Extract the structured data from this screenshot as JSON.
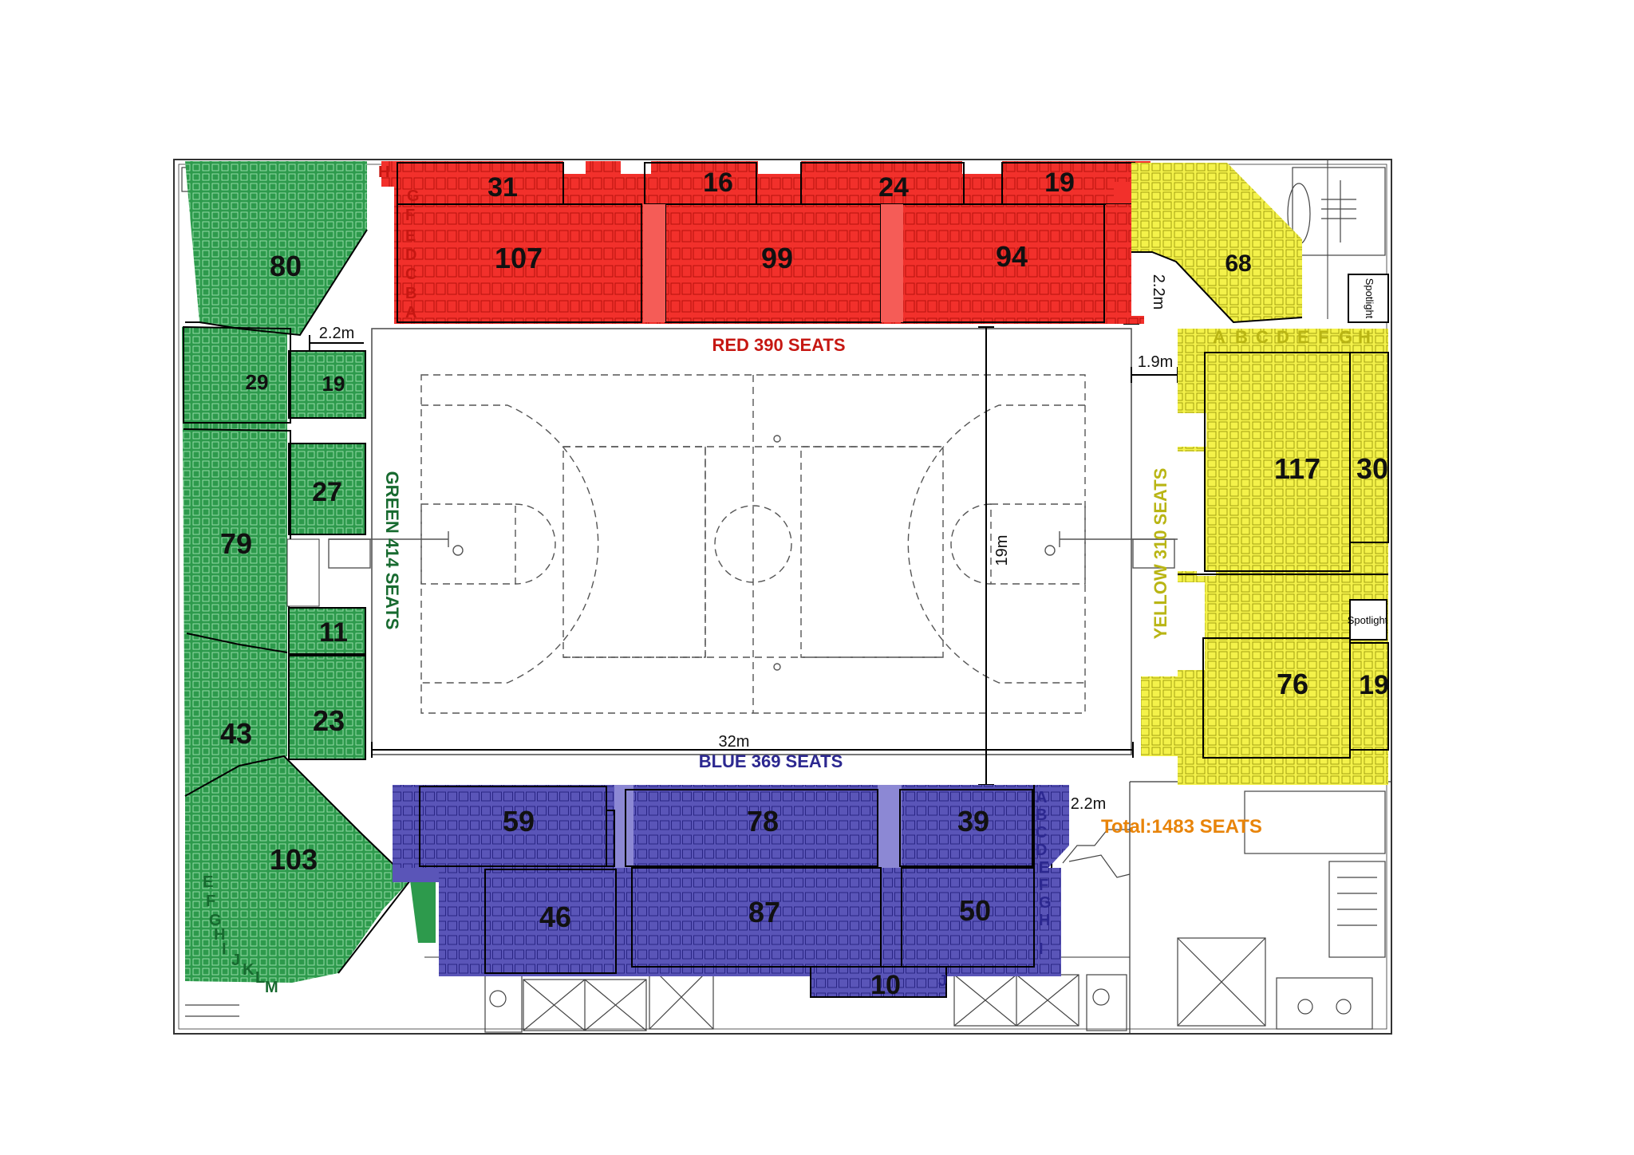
{
  "colors": {
    "red": "#f2302b",
    "red_dark": "#c61712",
    "green": "#2d9a4c",
    "green_dark": "#176a2f",
    "yellow": "#f4f24a",
    "yellow_dark": "#b9b514",
    "blue": "#5a55b8",
    "blue_dark": "#2c2890",
    "orange": "#e8840a",
    "court_line": "#555555",
    "wall": "#333333"
  },
  "zone_labels": {
    "red": "RED 390 SEATS",
    "blue": "BLUE 369 SEATS",
    "green": "GREEN 414 SEATS",
    "yellow": "YELLOW 310 SEATS",
    "total": "Total:1483 SEATS"
  },
  "dimensions": {
    "top_left_gap": "2.2m",
    "top_right_gap": "2.2m",
    "right_gap": "1.9m",
    "bottom_right_gap": "2.2m",
    "court_length": "32m",
    "court_width": "19m"
  },
  "spotlights": {
    "upper": "Spotlight",
    "lower": "Spotlight"
  },
  "sections": {
    "red": {
      "s31": "31",
      "s16": "16",
      "s24": "24",
      "s19": "19",
      "s107": "107",
      "s99": "99",
      "s94": "94"
    },
    "green": {
      "s80": "80",
      "s29": "29",
      "s19": "19",
      "s27": "27",
      "s79": "79",
      "s11": "11",
      "s43": "43",
      "s23": "23",
      "s103": "103"
    },
    "yellow": {
      "s68": "68",
      "s117": "117",
      "s30": "30",
      "s76": "76",
      "s19": "19"
    },
    "blue": {
      "s59": "59",
      "s78": "78",
      "s39": "39",
      "s46": "46",
      "s87": "87",
      "s50": "50",
      "s10": "10"
    }
  },
  "row_letters": {
    "red": [
      "H",
      "G",
      "F",
      "E",
      "D",
      "C",
      "B",
      "A"
    ],
    "yellow": [
      "A",
      "B",
      "C",
      "D",
      "E",
      "F",
      "G",
      "H"
    ],
    "blue": [
      "A",
      "B",
      "C",
      "D",
      "E",
      "F",
      "G",
      "H",
      "I",
      "J"
    ],
    "green": [
      "E",
      "F",
      "G",
      "H",
      "I",
      "J",
      "K",
      "L",
      "M"
    ]
  }
}
